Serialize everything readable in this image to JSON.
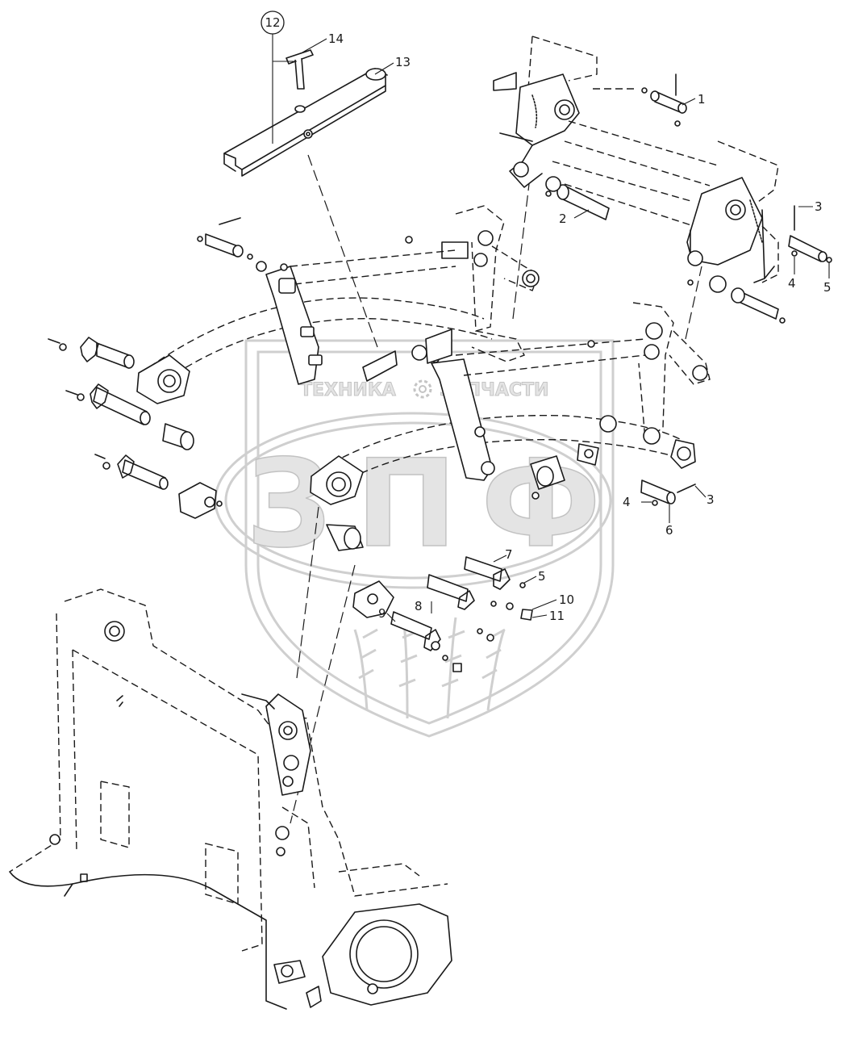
{
  "watermark": {
    "company": "ТЕХНИКА",
    "parts": "ЗАПЧАСТИ",
    "logo": "ЗПФ",
    "icon": "gear-icon"
  },
  "callouts": [
    {
      "id": "c12",
      "text": "12",
      "circled": true
    },
    {
      "id": "c14",
      "text": "14"
    },
    {
      "id": "c13",
      "text": "13"
    },
    {
      "id": "c1",
      "text": "1"
    },
    {
      "id": "c2",
      "text": "2"
    },
    {
      "id": "c3a",
      "text": "3"
    },
    {
      "id": "c4a",
      "text": "4"
    },
    {
      "id": "c5a",
      "text": "5"
    },
    {
      "id": "c3b",
      "text": "3"
    },
    {
      "id": "c4b",
      "text": "4"
    },
    {
      "id": "c6",
      "text": "6"
    },
    {
      "id": "c7",
      "text": "7"
    },
    {
      "id": "c5b",
      "text": "5"
    },
    {
      "id": "c8",
      "text": "8"
    },
    {
      "id": "c10",
      "text": "10"
    },
    {
      "id": "c11",
      "text": "11"
    },
    {
      "id": "c9",
      "text": "9"
    }
  ]
}
